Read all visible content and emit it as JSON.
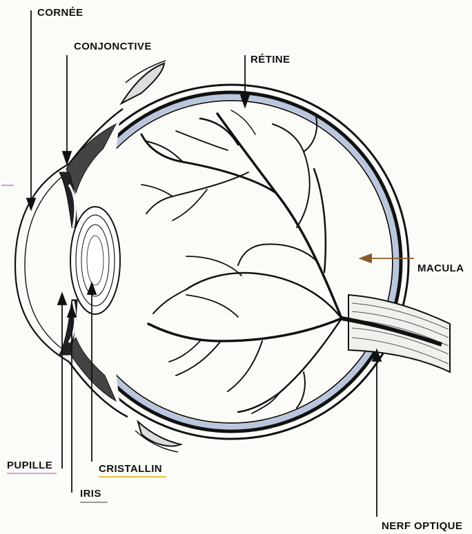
{
  "diagram": {
    "labels": {
      "cornee": "CORNÉE",
      "conjonctive": "CONJONCTIVE",
      "retine": "RÉTINE",
      "macula": "MACULA",
      "pupille": "PUPILLE",
      "cristallin": "CRISTALLIN",
      "iris": "IRIS",
      "nerf_optique": "NERF OPTIQUE"
    }
  },
  "colors": {
    "ink": "#111111",
    "retina_tint": "#b9c6de",
    "macula_pointer": "#8a5a2a",
    "paper": "#fbfbf8"
  }
}
